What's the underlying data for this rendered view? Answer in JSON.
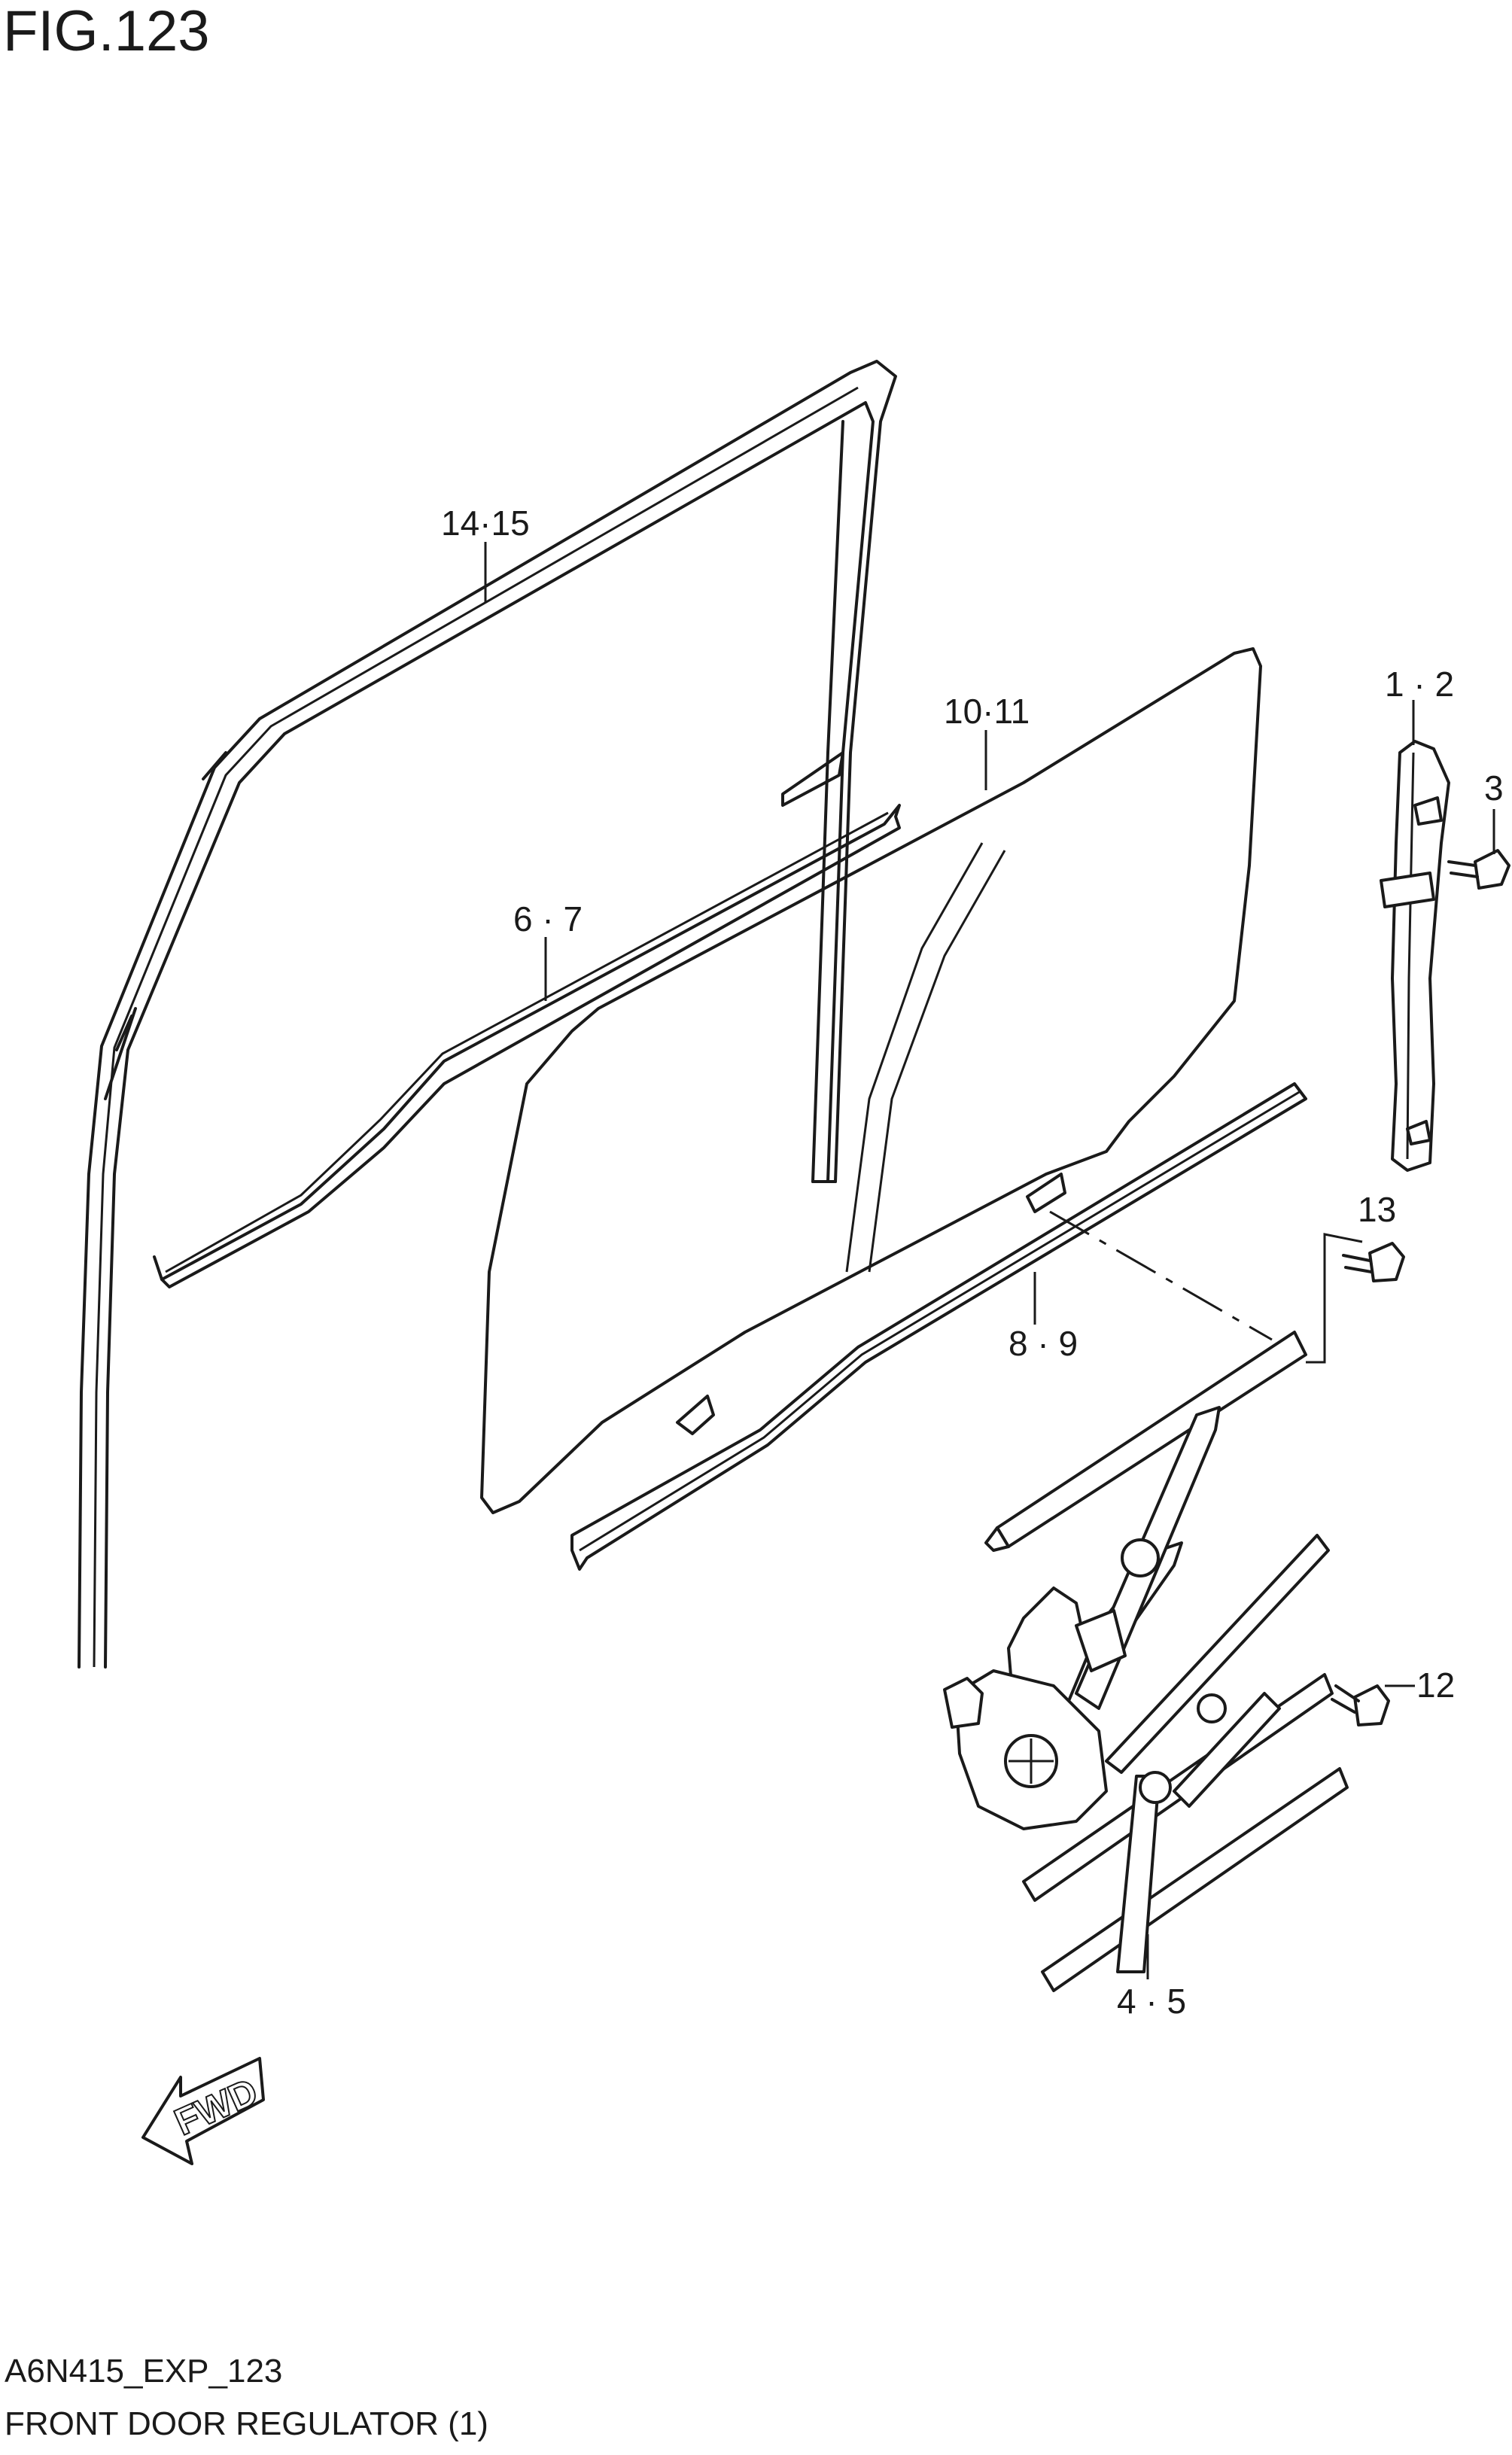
{
  "figure": {
    "title": "FIG.123"
  },
  "callouts": {
    "c14_15": "14·15",
    "c10_11": "10·11",
    "c1_2": "1 · 2",
    "c3": "3",
    "c6_7": "6 · 7",
    "c13": "13",
    "c8_9": "8 · 9",
    "c12": "12",
    "c4_5": "4 · 5"
  },
  "direction_arrow": {
    "label": "FWD",
    "icon": "fwd-arrow-icon"
  },
  "footer": {
    "code": "A6N415_EXP_123",
    "name": "FRONT DOOR REGULATOR (1)"
  }
}
